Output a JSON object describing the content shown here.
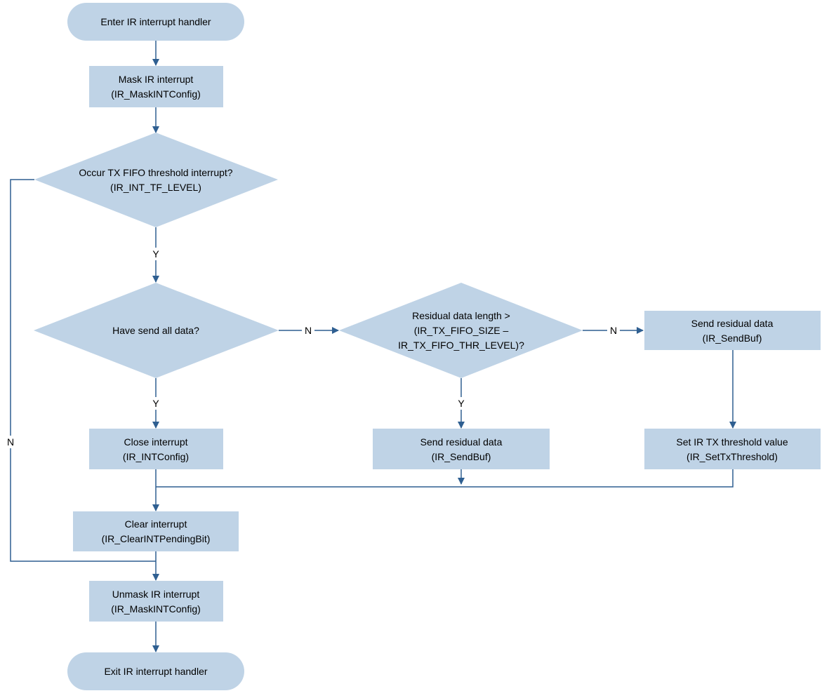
{
  "colors": {
    "node_fill": "#bfd3e6",
    "edge": "#2f5f91",
    "text": "#000000",
    "background": "#ffffff"
  },
  "flowchart": {
    "start": {
      "line1": "Enter IR interrupt handler"
    },
    "mask": {
      "line1": "Mask IR interrupt",
      "line2": "(IR_MaskINTConfig)"
    },
    "check_tx_threshold": {
      "line1": "Occur TX FIFO threshold interrupt?",
      "line2": "(IR_INT_TF_LEVEL)"
    },
    "check_all_sent": {
      "line1": "Have send all data?"
    },
    "check_residual": {
      "line1": "Residual data length >",
      "line2": "(IR_TX_FIFO_SIZE  –",
      "line3": "IR_TX_FIFO_THR_LEVEL)?"
    },
    "send_residual_right": {
      "line1": "Send residual data",
      "line2": "(IR_SendBuf)"
    },
    "close_interrupt": {
      "line1": "Close interrupt",
      "line2": "(IR_INTConfig)"
    },
    "send_residual_mid": {
      "line1": "Send residual data",
      "line2": "(IR_SendBuf)"
    },
    "set_threshold": {
      "line1": "Set IR TX threshold value",
      "line2": "(IR_SetTxThreshold)"
    },
    "clear_interrupt": {
      "line1": "Clear interrupt",
      "line2": "(IR_ClearINTPendingBit)"
    },
    "unmask": {
      "line1": "Unmask IR interrupt",
      "line2": "(IR_MaskINTConfig)"
    },
    "end": {
      "line1": "Exit IR interrupt handler"
    }
  },
  "edge_labels": {
    "threshold_yes": "Y",
    "threshold_no": "N",
    "all_sent_yes": "Y",
    "all_sent_no": "N",
    "residual_yes": "Y",
    "residual_no": "N"
  }
}
